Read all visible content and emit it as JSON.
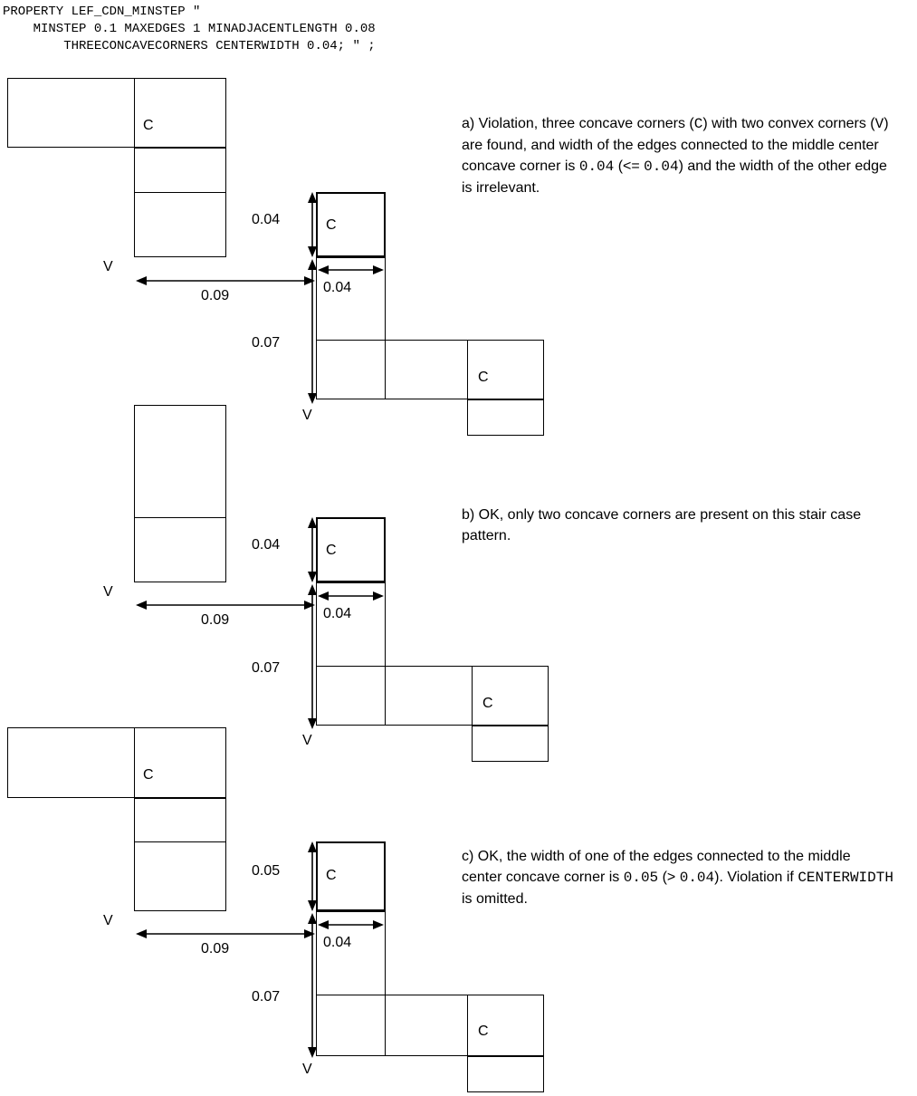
{
  "code_block": {
    "lines": [
      "PROPERTY LEF_CDN_MINSTEP \"",
      "    MINSTEP 0.1 MAXEDGES 1 MINADJACENTLENGTH 0.08",
      "        THREECONCAVECORNERS CENTERWIDTH 0.04; \" ;"
    ]
  },
  "glyphs": {
    "concave_corner": "C",
    "convex_corner": "V"
  },
  "diagrams": {
    "a": {
      "dims": {
        "step_height": "0.04",
        "step_length": "0.09",
        "center_width": "0.04",
        "lower_edge": "0.07"
      },
      "caption": [
        {
          "t": "a) Violation, three concave corners (",
          "mono": false
        },
        {
          "t": "C",
          "mono": true
        },
        {
          "t": ") with two convex corners (",
          "mono": false
        },
        {
          "t": "V",
          "mono": true
        },
        {
          "t": ") are found, and width of the edges connected to the middle center concave corner is ",
          "mono": false
        },
        {
          "t": "0.04",
          "mono": true
        },
        {
          "t": " (<= ",
          "mono": false
        },
        {
          "t": "0.04",
          "mono": true
        },
        {
          "t": ") and the width of the other edge is irrelevant.",
          "mono": false
        }
      ]
    },
    "b": {
      "dims": {
        "step_height": "0.04",
        "step_length": "0.09",
        "center_width": "0.04",
        "lower_edge": "0.07"
      },
      "caption": [
        {
          "t": "b) OK, only two concave corners are present on this stair case pattern.",
          "mono": false
        }
      ]
    },
    "c": {
      "dims": {
        "step_height": "0.05",
        "step_length": "0.09",
        "center_width": "0.04",
        "lower_edge": "0.07"
      },
      "caption": [
        {
          "t": "c) OK, the width of one of the edges connected to the middle center concave corner is ",
          "mono": false
        },
        {
          "t": "0.05",
          "mono": true
        },
        {
          "t": " (> ",
          "mono": false
        },
        {
          "t": "0.04",
          "mono": true
        },
        {
          "t": "). Violation if ",
          "mono": false
        },
        {
          "t": "CENTERWIDTH",
          "mono": true
        },
        {
          "t": " is omitted.",
          "mono": false
        }
      ]
    }
  }
}
